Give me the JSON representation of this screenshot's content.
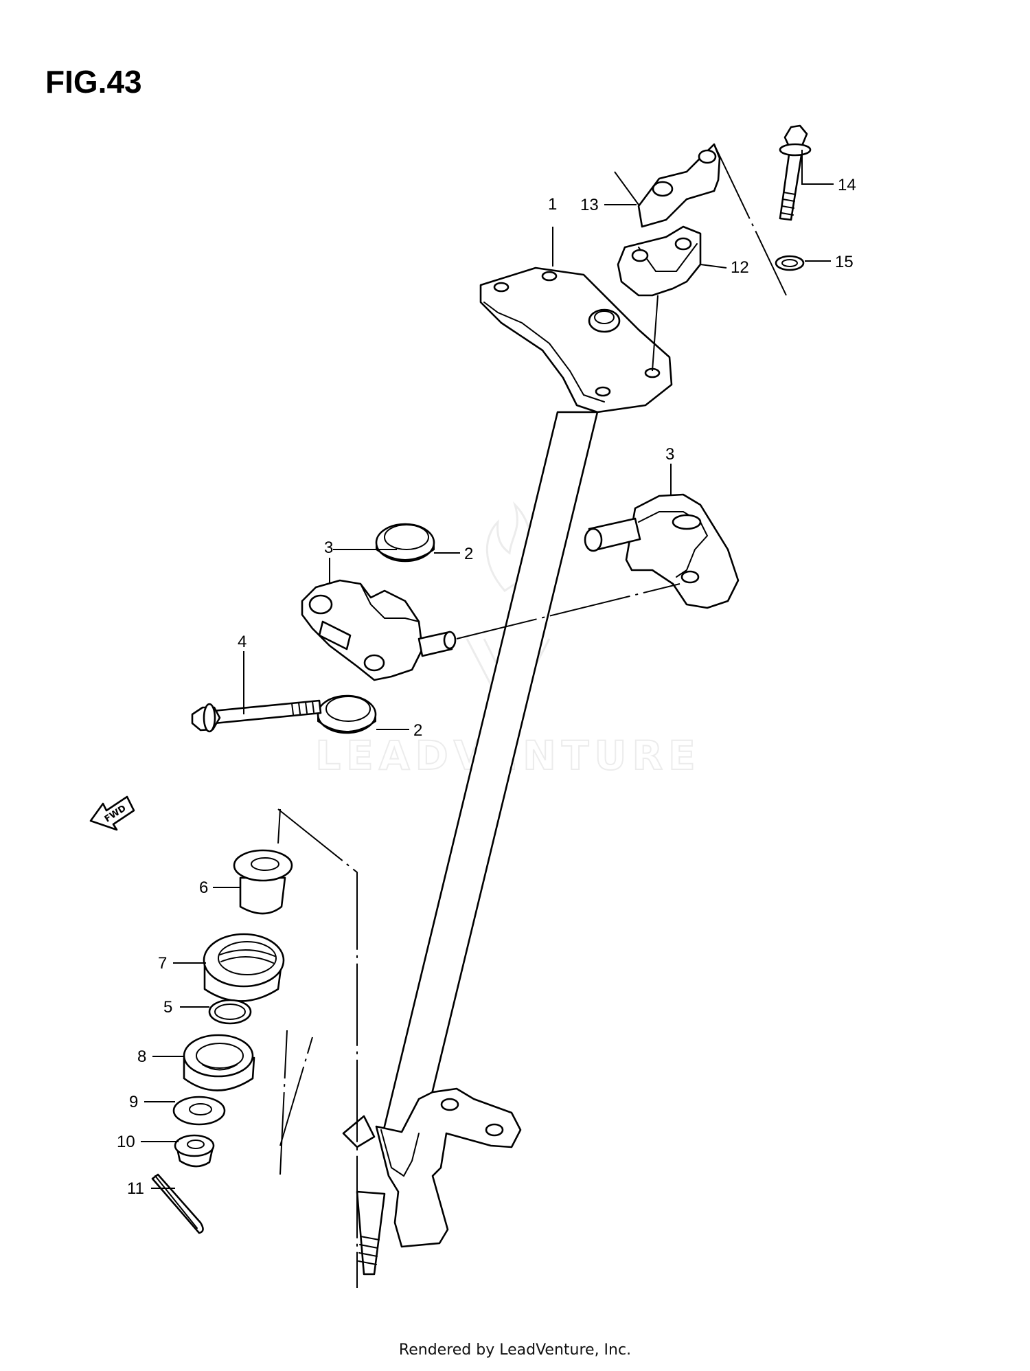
{
  "figure_title": "FIG.43",
  "footer_text": "Rendered by LeadVenture, Inc.",
  "watermark_text": "LEADVENTURE",
  "fwd_arrow_text": "FWD",
  "callouts": {
    "c1": "1",
    "c2a": "2",
    "c2b": "2",
    "c3a": "3",
    "c3b": "3",
    "c4": "4",
    "c5": "5",
    "c6": "6",
    "c7": "7",
    "c8": "8",
    "c9": "9",
    "c10": "10",
    "c11": "11",
    "c12": "12",
    "c13": "13",
    "c14": "14",
    "c15": "15"
  }
}
